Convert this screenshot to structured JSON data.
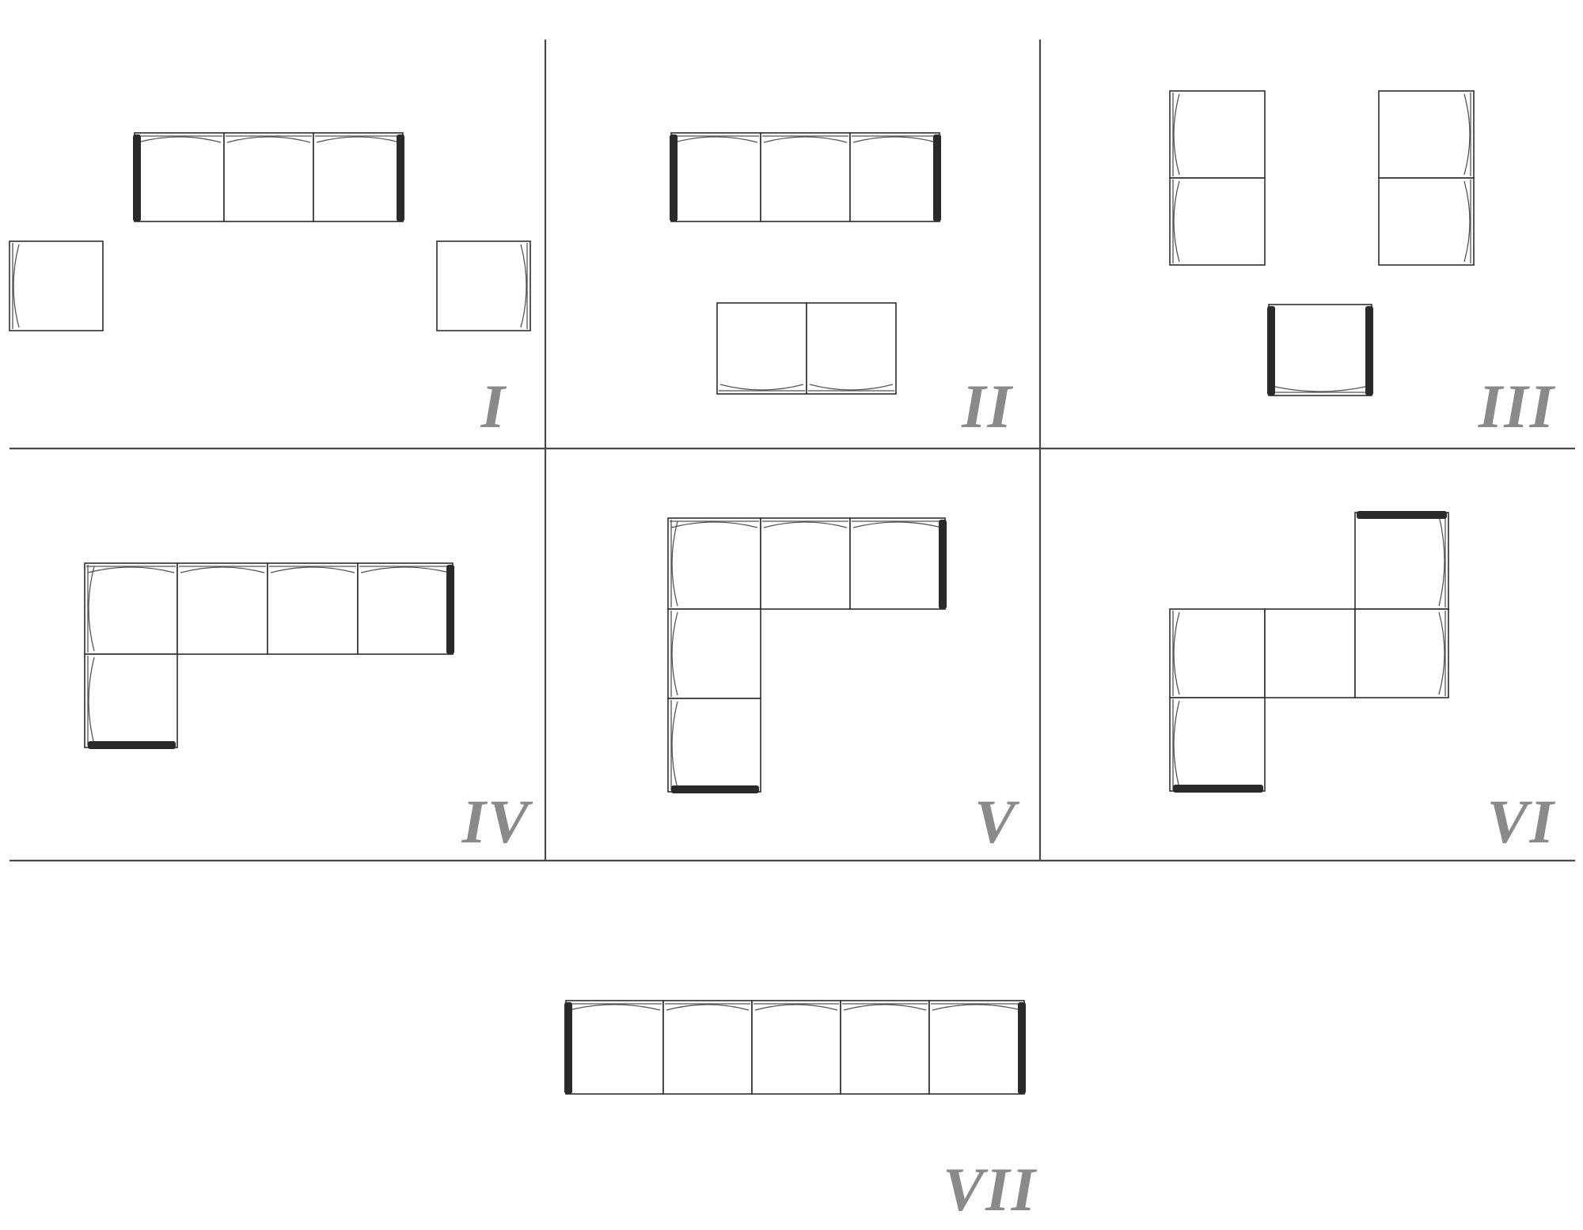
{
  "layouts": [
    {
      "id": "I",
      "label": "I",
      "modules": 5
    },
    {
      "id": "II",
      "label": "II",
      "modules": 5
    },
    {
      "id": "III",
      "label": "III",
      "modules": 5
    },
    {
      "id": "IV",
      "label": "IV",
      "modules": 5
    },
    {
      "id": "V",
      "label": "V",
      "modules": 5
    },
    {
      "id": "VI",
      "label": "VI",
      "modules": 5
    },
    {
      "id": "VII",
      "label": "VII",
      "modules": 5
    }
  ],
  "colors": {
    "line": "#2e2e2e",
    "arm": "#2a2a2a",
    "numeral": "#8a8a8a",
    "background": "#ffffff"
  }
}
